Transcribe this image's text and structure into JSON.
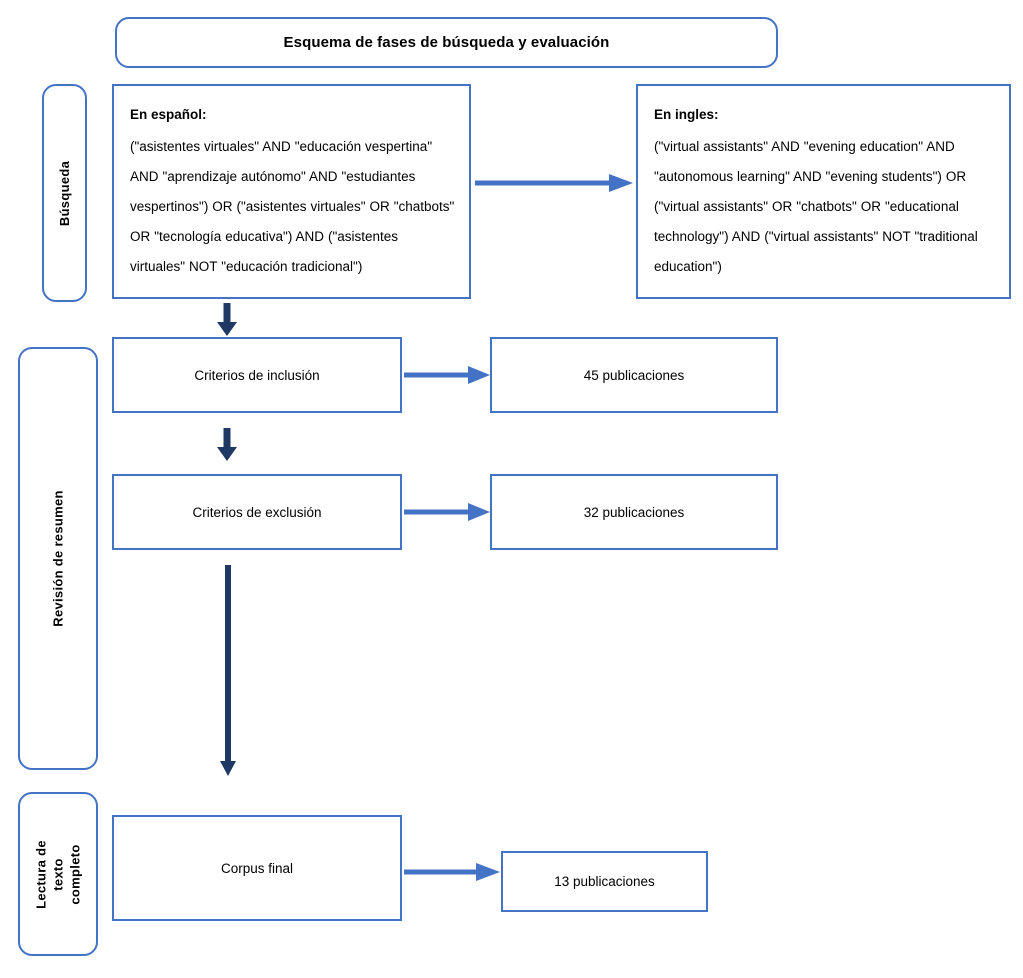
{
  "diagram": {
    "title": "Esquema de fases de búsqueda y evaluación",
    "accent_color": "#4472C4",
    "arrow_color_light": "#4472C4",
    "arrow_color_dark": "#1F3864",
    "stages": [
      {
        "id": "busqueda",
        "label": "Búsqueda"
      },
      {
        "id": "revision-de-resumen",
        "label": "Revisión de resumen"
      },
      {
        "id": "lectura-de-texto-completo",
        "label_line1": "Lectura de texto",
        "label_line2": "completo"
      }
    ],
    "queries": [
      {
        "id": "spanish",
        "heading": "En español:",
        "body": "(\"asistentes virtuales\" AND \"educación vespertina\" AND \"aprendizaje autónomo\" AND \"estudiantes vespertinos\") OR (\"asistentes virtuales\" OR \"chatbots\" OR \"tecnología educativa\") AND (\"asistentes virtuales\" NOT \"educación tradicional\")"
      },
      {
        "id": "english",
        "heading": "En ingles:",
        "body": "(\"virtual assistants\" AND \"evening education\" AND \"autonomous learning\" AND \"evening students\") OR (\"virtual assistants\" OR \"chatbots\" OR \"educational technology\") AND (\"virtual assistants\" NOT \"traditional education\")"
      }
    ],
    "steps": [
      {
        "id": "criterios-inclusion",
        "label": "Criterios de inclusión",
        "result": "45 publicaciones"
      },
      {
        "id": "criterios-exclusion",
        "label": "Criterios de exclusión",
        "result": "32 publicaciones"
      },
      {
        "id": "corpus-final",
        "label": "Corpus final",
        "result": "13 publicaciones"
      }
    ],
    "arrows": [
      {
        "id": "spanish-to-english",
        "direction": "right",
        "style": "light"
      },
      {
        "id": "spanish-to-inclusion",
        "direction": "down",
        "style": "dark"
      },
      {
        "id": "inclusion-to-45",
        "direction": "right",
        "style": "light"
      },
      {
        "id": "inclusion-to-exclusion",
        "direction": "down",
        "style": "dark"
      },
      {
        "id": "exclusion-to-32",
        "direction": "right",
        "style": "light"
      },
      {
        "id": "exclusion-to-corpus",
        "direction": "down-long",
        "style": "dark"
      },
      {
        "id": "corpus-to-13",
        "direction": "right",
        "style": "light"
      }
    ]
  }
}
